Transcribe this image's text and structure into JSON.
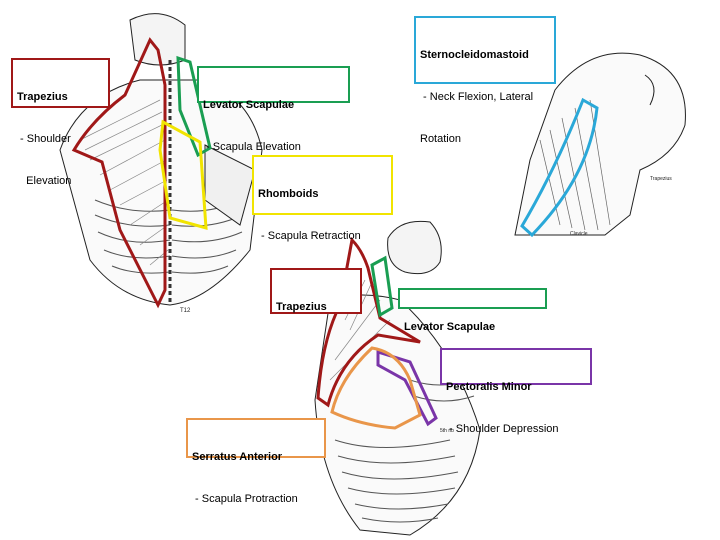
{
  "labels": {
    "trapezius_back": {
      "title": "Trapezius",
      "sub1": " - Shoulder",
      "sub2": "   Elevation",
      "color": "#a01818"
    },
    "levator_back": {
      "title": "Levator Scapulae",
      "sub": " - Scapula Elevation",
      "color": "#1a9e52"
    },
    "sternocleidomastoid": {
      "title": "Sternocleidomastoid",
      "sub1": " - Neck Flexion, Lateral",
      "sub2": "Rotation",
      "color": "#2aa8d8"
    },
    "rhomboids": {
      "title": "Rhomboids",
      "sub": " - Scapula Retraction",
      "color": "#f1e400"
    },
    "trapezius_side": {
      "title": "Trapezius",
      "color": "#a01818"
    },
    "levator_side": {
      "title": "Levator Scapulae",
      "color": "#1a9e52"
    },
    "pectoralis_minor": {
      "title": "Pectoralis Minor",
      "sub": " - Shoulder Depression",
      "color": "#7a35a8"
    },
    "serratus_anterior": {
      "title": "Serratus Anterior",
      "sub": " - Scapula Protraction",
      "color": "#e9964a"
    }
  },
  "figure_annotations": {
    "vertebra_label": "T12",
    "rib_label": "5th rib",
    "neck_labels": [
      "Trapezius",
      "Clavicle"
    ]
  }
}
